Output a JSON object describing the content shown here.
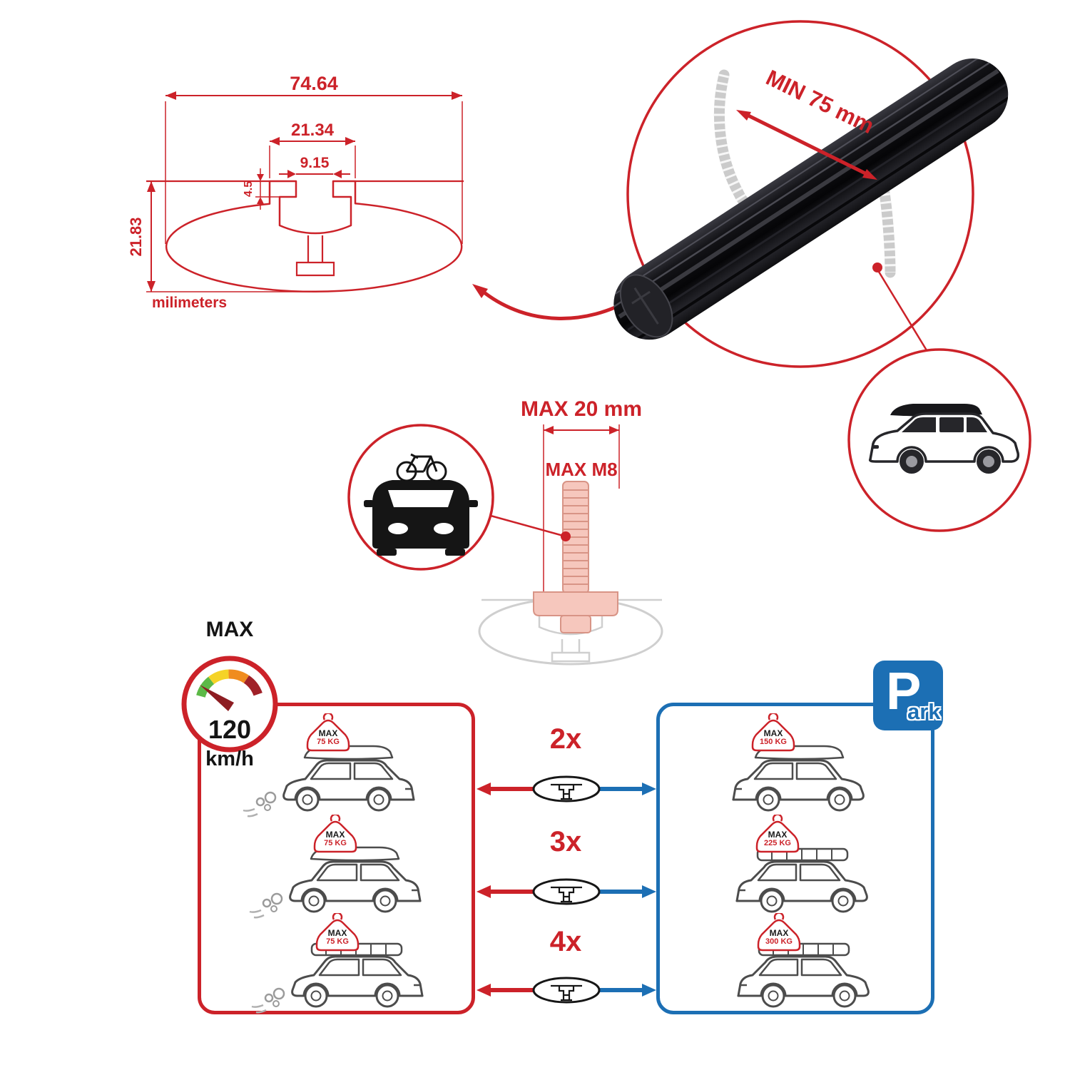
{
  "colors": {
    "red": "#cc2229",
    "blue": "#1c6fb4",
    "dark": "#1a1a1a",
    "profile_gray": "#cfcfcf",
    "bolt_salmon": "#f6c7bd"
  },
  "profile_dimensions": {
    "total_width": "74.64",
    "channel_width": "21.34",
    "slot_width": "9.15",
    "lip_depth": "4.5",
    "total_height": "21.83",
    "unit_label": "milimeters"
  },
  "crossbar_detail": {
    "min_span_label": "MIN 75 mm"
  },
  "bolt_detail": {
    "max_length_label": "MAX 20 mm",
    "max_thread_label": "MAX M8"
  },
  "speed_limit": {
    "label": "MAX",
    "value": "120",
    "unit": "km/h"
  },
  "parking_sign": {
    "letter": "P",
    "suffix": "ark"
  },
  "load_capacity": {
    "driving": [
      {
        "label": "MAX",
        "value": "75 KG"
      },
      {
        "label": "MAX",
        "value": "75 KG"
      },
      {
        "label": "MAX",
        "value": "75 KG"
      }
    ],
    "parked": [
      {
        "label": "MAX",
        "value": "150 KG"
      },
      {
        "label": "MAX",
        "value": "225 KG"
      },
      {
        "label": "MAX",
        "value": "300 KG"
      }
    ]
  },
  "bar_multipliers": [
    {
      "label": "2x"
    },
    {
      "label": "3x"
    },
    {
      "label": "4x"
    }
  ]
}
